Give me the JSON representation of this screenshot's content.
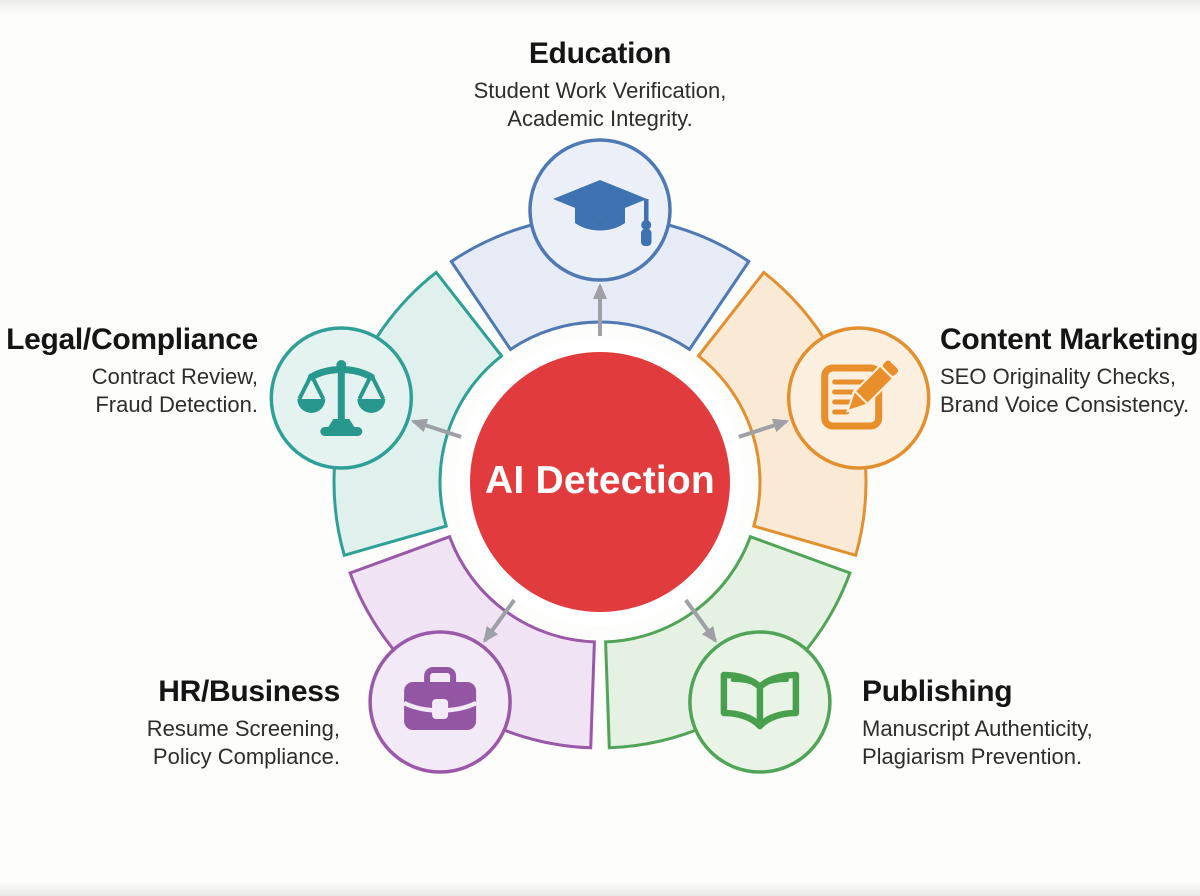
{
  "title": "AI Detection use-case wheel",
  "background_color": "#FDFDFB",
  "arrow_color": "#9EA0A6",
  "center": {
    "label": "AI Detection",
    "fill": "#E13B3E",
    "ring_color": "#FFFFFF",
    "text_color": "#FFFFFF"
  },
  "segments": [
    {
      "id": "education",
      "title": "Education",
      "desc_lines": [
        "Student Work Verification,",
        "Academic Integrity."
      ],
      "icon": "graduation-cap-icon",
      "stroke": "#4E79B2",
      "fill": "#E6EBF6",
      "icon_color": "#3E72B1",
      "icon_bg": "#EAEFF8"
    },
    {
      "id": "content-marketing",
      "title": "Content Marketing",
      "desc_lines": [
        "SEO Originality Checks,",
        "Brand Voice Consistency."
      ],
      "icon": "pencil-document-icon",
      "stroke": "#E2902F",
      "fill": "#FAEAD5",
      "icon_color": "#E88E2A",
      "icon_bg": "#FBF0DF"
    },
    {
      "id": "publishing",
      "title": "Publishing",
      "desc_lines": [
        "Manuscript Authenticity,",
        "Plagiarism Prevention."
      ],
      "icon": "open-book-icon",
      "stroke": "#51A457",
      "fill": "#E4F1E3",
      "icon_color": "#48A04F",
      "icon_bg": "#E9F4E7"
    },
    {
      "id": "hr-business",
      "title": "HR/Business",
      "desc_lines": [
        "Resume Screening,",
        "Policy Compliance."
      ],
      "icon": "briefcase-icon",
      "stroke": "#9A58A8",
      "fill": "#EFE3F4",
      "icon_color": "#9356A3",
      "icon_bg": "#F3EAF7"
    },
    {
      "id": "legal-compliance",
      "title": "Legal/Compliance",
      "desc_lines": [
        "Contract Review,",
        "Fraud Detection."
      ],
      "icon": "scales-icon",
      "stroke": "#2FA097",
      "fill": "#E0F0ED",
      "icon_color": "#28988F",
      "icon_bg": "#E5F3F0"
    }
  ]
}
